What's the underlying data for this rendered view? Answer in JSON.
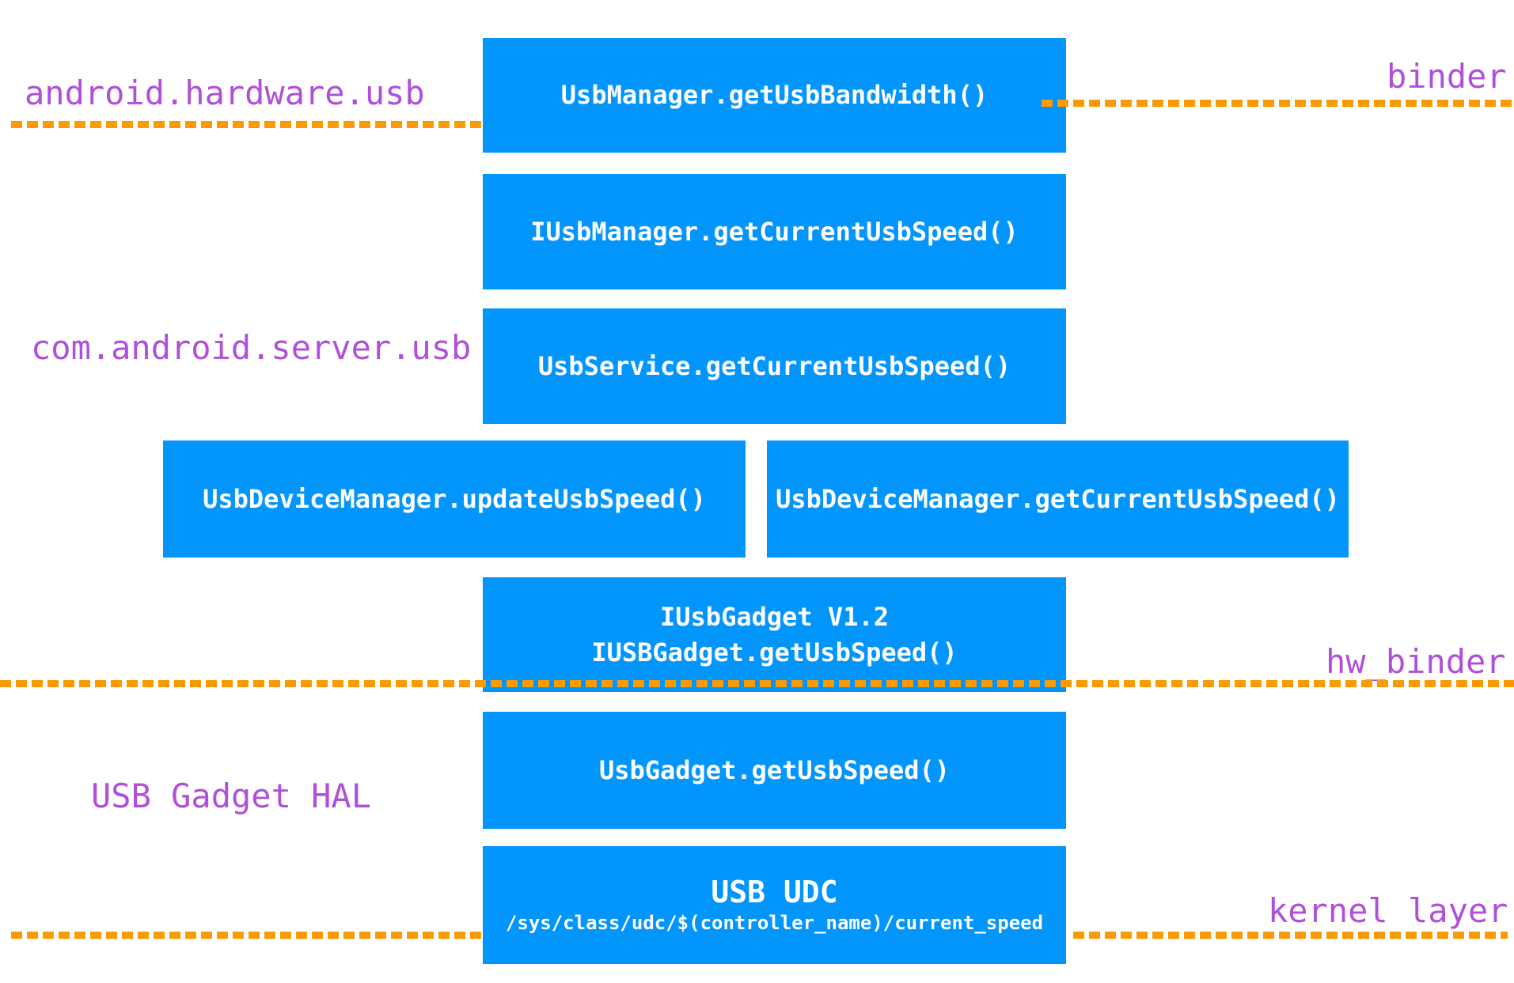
{
  "colors": {
    "box_blue": "#0295fb",
    "dash_orange": "#fb9a03",
    "label_purple": "#b050da",
    "box_text": "#ffffff",
    "page_bg": "#ffffff"
  },
  "labels": {
    "android_hardware_usb": "android.hardware.usb",
    "binder": "binder",
    "com_android_server_usb": "com.android.server.usb",
    "hw_binder": "hw_binder",
    "usb_gadget_hal": "USB Gadget HAL",
    "kernel_layer": "kernel layer"
  },
  "boxes": {
    "usb_manager": {
      "label": "UsbManager.getUsbBandwidth()"
    },
    "iusb_manager": {
      "label": "IUsbManager.getCurrentUsbSpeed()"
    },
    "usb_service": {
      "label": "UsbService.getCurrentUsbSpeed()"
    },
    "usb_device_manager_update": {
      "label": "UsbDeviceManager.updateUsbSpeed()"
    },
    "usb_device_manager_get": {
      "label": "UsbDeviceManager.getCurrentUsbSpeed()"
    },
    "iusb_gadget": {
      "line1": "IUsbGadget V1.2",
      "line2": "IUSBGadget.getUsbSpeed()"
    },
    "usb_gadget": {
      "label": "UsbGadget.getUsbSpeed()"
    },
    "usb_udc": {
      "line1": "USB UDC",
      "line2": "/sys/class/udc/$(controller_name)/current_speed"
    }
  }
}
